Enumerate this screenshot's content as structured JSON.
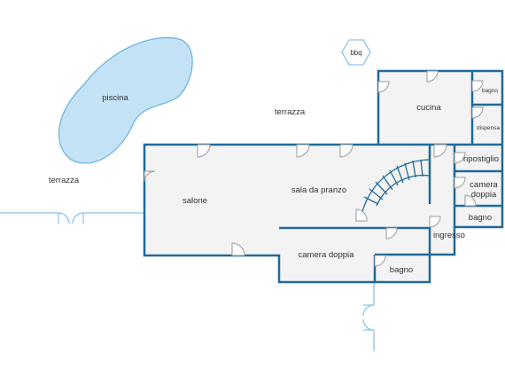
{
  "labels": {
    "piscina": "piscina",
    "terrazza_top": "terrazza",
    "terrazza_left": "terrazza",
    "bbq": "bbq",
    "cucina": "cucina",
    "bagno_kitchen": "bagno",
    "dispensa": "dispensa",
    "ripostiglio": "ripostiglio",
    "camera_doppia_right_1": "camera",
    "camera_doppia_right_2": "doppia",
    "bagno_right": "bagno",
    "salone": "salone",
    "sala_da_pranzo": "sala da pranzo",
    "ingresso": "ingresso",
    "camera_doppia_bottom": "camera doppia",
    "bagno_bottom": "bagno"
  },
  "colors": {
    "wall": "#1f6b9a",
    "floor": "#f3f3f3",
    "water": "#c4e2f5",
    "fence": "#8ec3e6"
  }
}
